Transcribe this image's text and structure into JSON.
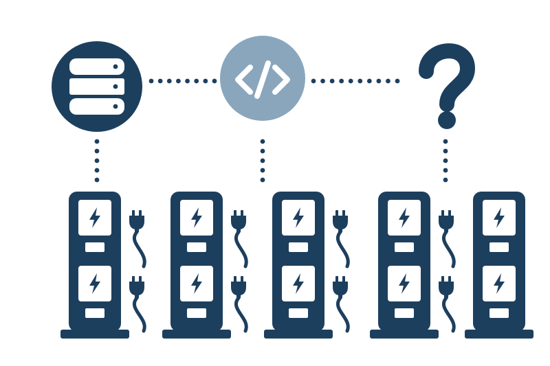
{
  "colors": {
    "primary": "#1d3f5e",
    "accent": "#8aa6bc",
    "background": "#ffffff",
    "icon_fill": "#ffffff"
  },
  "nodes": [
    {
      "name": "database-node",
      "icon": "database-icon",
      "style": "primary"
    },
    {
      "name": "api-code-node",
      "icon": "code-brackets-icon",
      "style": "accent"
    },
    {
      "name": "unknown-node",
      "icon": "question-mark-icon",
      "style": "plain"
    }
  ],
  "connections": [
    {
      "name": "database-to-api-connector",
      "from": "database-node",
      "to": "api-code-node",
      "style": "dotted"
    },
    {
      "name": "api-to-unknown-connector",
      "from": "api-code-node",
      "to": "unknown-node",
      "style": "dotted"
    },
    {
      "name": "database-to-charger-connector",
      "from": "database-node",
      "to": "charging-station-1",
      "style": "dotted"
    },
    {
      "name": "api-to-charger-connector",
      "from": "api-code-node",
      "to": "charging-station-2-3",
      "style": "dotted"
    },
    {
      "name": "unknown-to-charger-connector",
      "from": "unknown-node",
      "to": "charging-station-4",
      "style": "dotted"
    }
  ],
  "charging_stations": [
    {
      "name": "charging-station-1",
      "bays": 2,
      "has_plugs": true
    },
    {
      "name": "charging-station-2",
      "bays": 2,
      "has_plugs": true
    },
    {
      "name": "charging-station-3",
      "bays": 2,
      "has_plugs": true
    },
    {
      "name": "charging-station-4",
      "bays": 2,
      "has_plugs": true
    },
    {
      "name": "charging-station-5",
      "bays": 2,
      "has_plugs": false
    }
  ]
}
